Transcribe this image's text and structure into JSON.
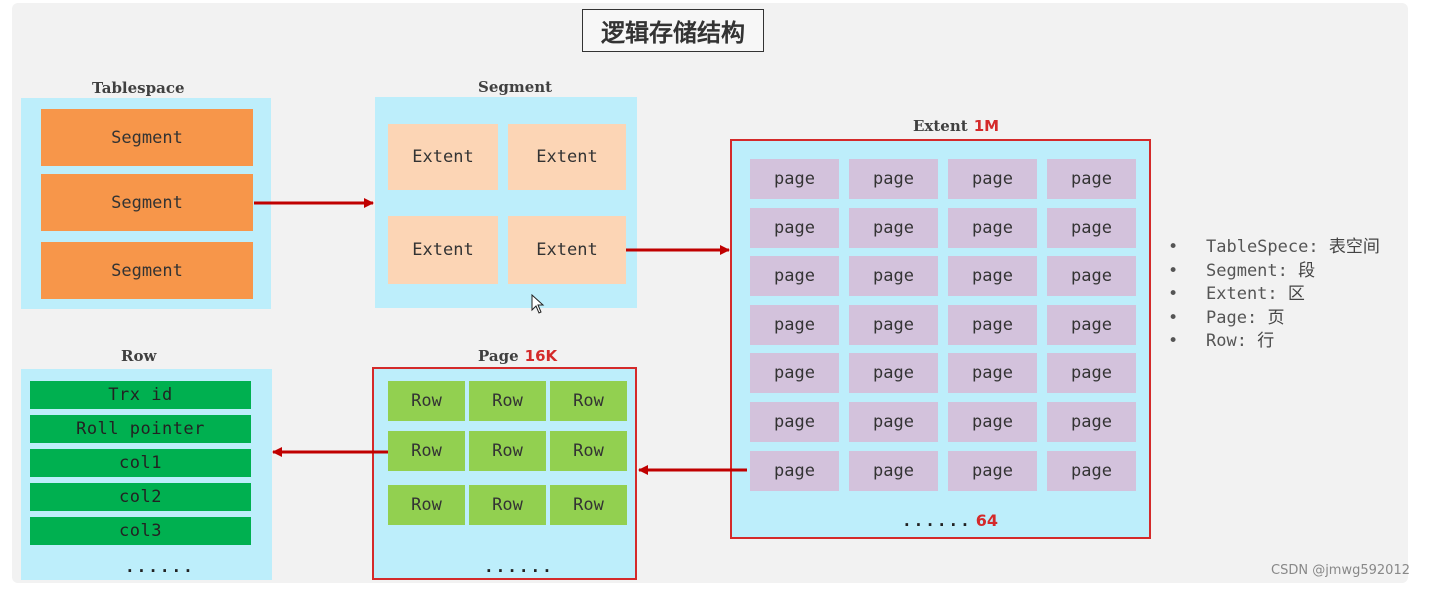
{
  "title": "逻辑存储结构",
  "tablespace": {
    "label": "Tablespace",
    "segments": [
      "Segment",
      "Segment",
      "Segment"
    ]
  },
  "segment": {
    "label": "Segment",
    "extents": [
      "Extent",
      "Extent",
      "Extent",
      "Extent"
    ]
  },
  "extent": {
    "label": "Extent",
    "size": "1M",
    "page_label": "page",
    "dots": "......",
    "count": "64"
  },
  "page": {
    "label": "Page",
    "size": "16K",
    "row_label": "Row",
    "dots": "......"
  },
  "row": {
    "label": "Row",
    "columns": [
      "Trx id",
      "Roll pointer",
      "col1",
      "col2",
      "col3"
    ],
    "dots": "......"
  },
  "legend": [
    {
      "term": "TableSpece:",
      "cn": "表空间"
    },
    {
      "term": "Segment:",
      "cn": "段"
    },
    {
      "term": "Extent:",
      "cn": "区"
    },
    {
      "term": "Page:",
      "cn": "页"
    },
    {
      "term": "Row:",
      "cn": "行"
    }
  ],
  "watermark": "CSDN @jmwg592012",
  "colors": {
    "panel": "#bdeefb",
    "segment": "#f7964a",
    "extent": "#fcd5b5",
    "page": "#d3c2dc",
    "row": "#92d050",
    "column": "#00b050",
    "arrow": "#c00000"
  }
}
